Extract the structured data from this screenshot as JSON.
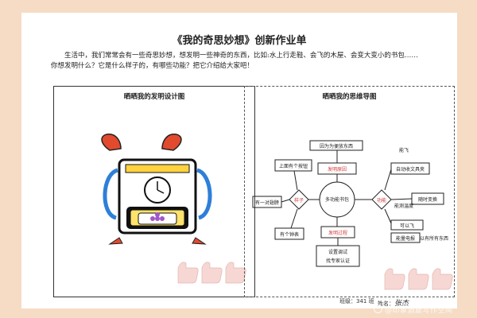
{
  "document": {
    "title": "《我的奇思妙想》创新作业单",
    "intro_line1": "生活中，我们常常会有一些奇思妙想，想发明一些神奇的东西，比如:水上行走鞋、会飞的木屋、会变大变小的书包……",
    "intro_line2": "你想发明什么？它是什么样子的，有哪些功能？把它介绍给大家吧！"
  },
  "left_panel": {
    "title": "晒晒我的发明设计图"
  },
  "right_panel": {
    "title": "晒晒我的思维导图",
    "center": "多功能书包",
    "hub_top": "发明原因",
    "hub_left": "样子",
    "hub_right": "功能",
    "hub_bottom": "发明过程",
    "reason_1": "因为为便放东西",
    "leaf_left_1": "上面有个按钮",
    "leaf_left_2": "有一对翅膀",
    "leaf_left_3": "有个钟表",
    "leaf_right_top": "能飞",
    "leaf_right_1": "自动收文具夹",
    "leaf_right_2": "随时变换",
    "leaf_right_3": "能测温度",
    "leaf_right_4": "可以飞",
    "leaf_right_5": "能量电报",
    "leaf_right_6": "以有所有东西",
    "process_1": "设置调试",
    "process_2": "找专家认证"
  },
  "footer": {
    "class_label": "班级：",
    "class_value": "341 班",
    "name_label": "姓名：",
    "name_value": "张杰"
  },
  "watermark": "@印象酒鹿写作空间"
}
